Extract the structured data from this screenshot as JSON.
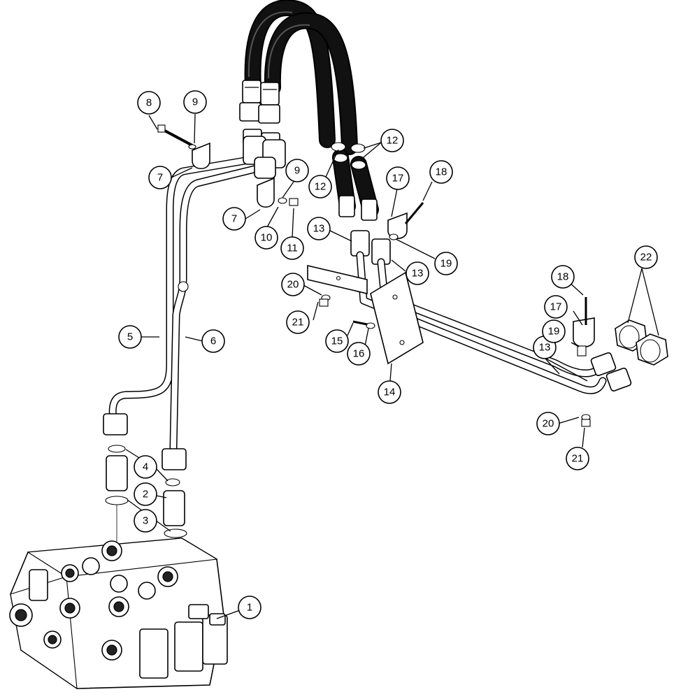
{
  "callouts": [
    {
      "label": "1"
    },
    {
      "label": "2"
    },
    {
      "label": "3"
    },
    {
      "label": "4"
    },
    {
      "label": "5"
    },
    {
      "label": "6"
    },
    {
      "label": "7"
    },
    {
      "label": "7"
    },
    {
      "label": "8"
    },
    {
      "label": "9"
    },
    {
      "label": "9"
    },
    {
      "label": "10"
    },
    {
      "label": "11"
    },
    {
      "label": "12"
    },
    {
      "label": "12"
    },
    {
      "label": "13"
    },
    {
      "label": "13"
    },
    {
      "label": "13"
    },
    {
      "label": "14"
    },
    {
      "label": "15"
    },
    {
      "label": "16"
    },
    {
      "label": "17"
    },
    {
      "label": "17"
    },
    {
      "label": "18"
    },
    {
      "label": "18"
    },
    {
      "label": "19"
    },
    {
      "label": "19"
    },
    {
      "label": "20"
    },
    {
      "label": "20"
    },
    {
      "label": "21"
    },
    {
      "label": "21"
    },
    {
      "label": "22"
    }
  ],
  "colors": {
    "ink": "#000000",
    "paper": "#ffffff",
    "hose": "#111111"
  }
}
